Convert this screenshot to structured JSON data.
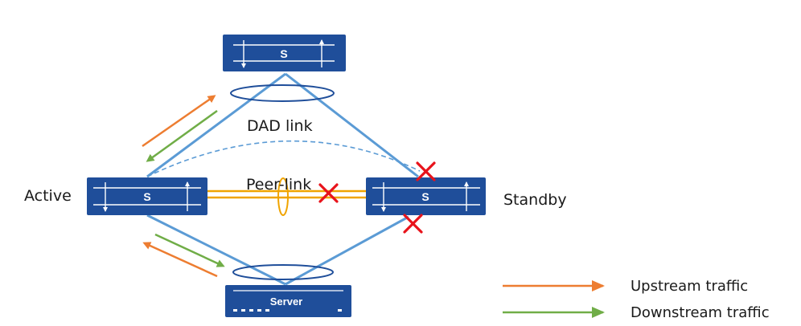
{
  "labels": {
    "dad_link": "DAD link",
    "peer_link": "Peer-link",
    "active": "Active",
    "standby": "Standby"
  },
  "devices": {
    "top_switch": "S",
    "active_switch": "S",
    "standby_switch": "S",
    "server": "Server"
  },
  "legend": {
    "upstream": "Upstream traffic",
    "downstream": "Downstream traffic"
  },
  "colors": {
    "device_blue": "#1f4e9a",
    "link_blue": "#5b9bd5",
    "upstream_orange": "#ed7d31",
    "downstream_green": "#70ad47",
    "peer_link_orange": "#f0a400",
    "fault_red": "#e8131b"
  }
}
